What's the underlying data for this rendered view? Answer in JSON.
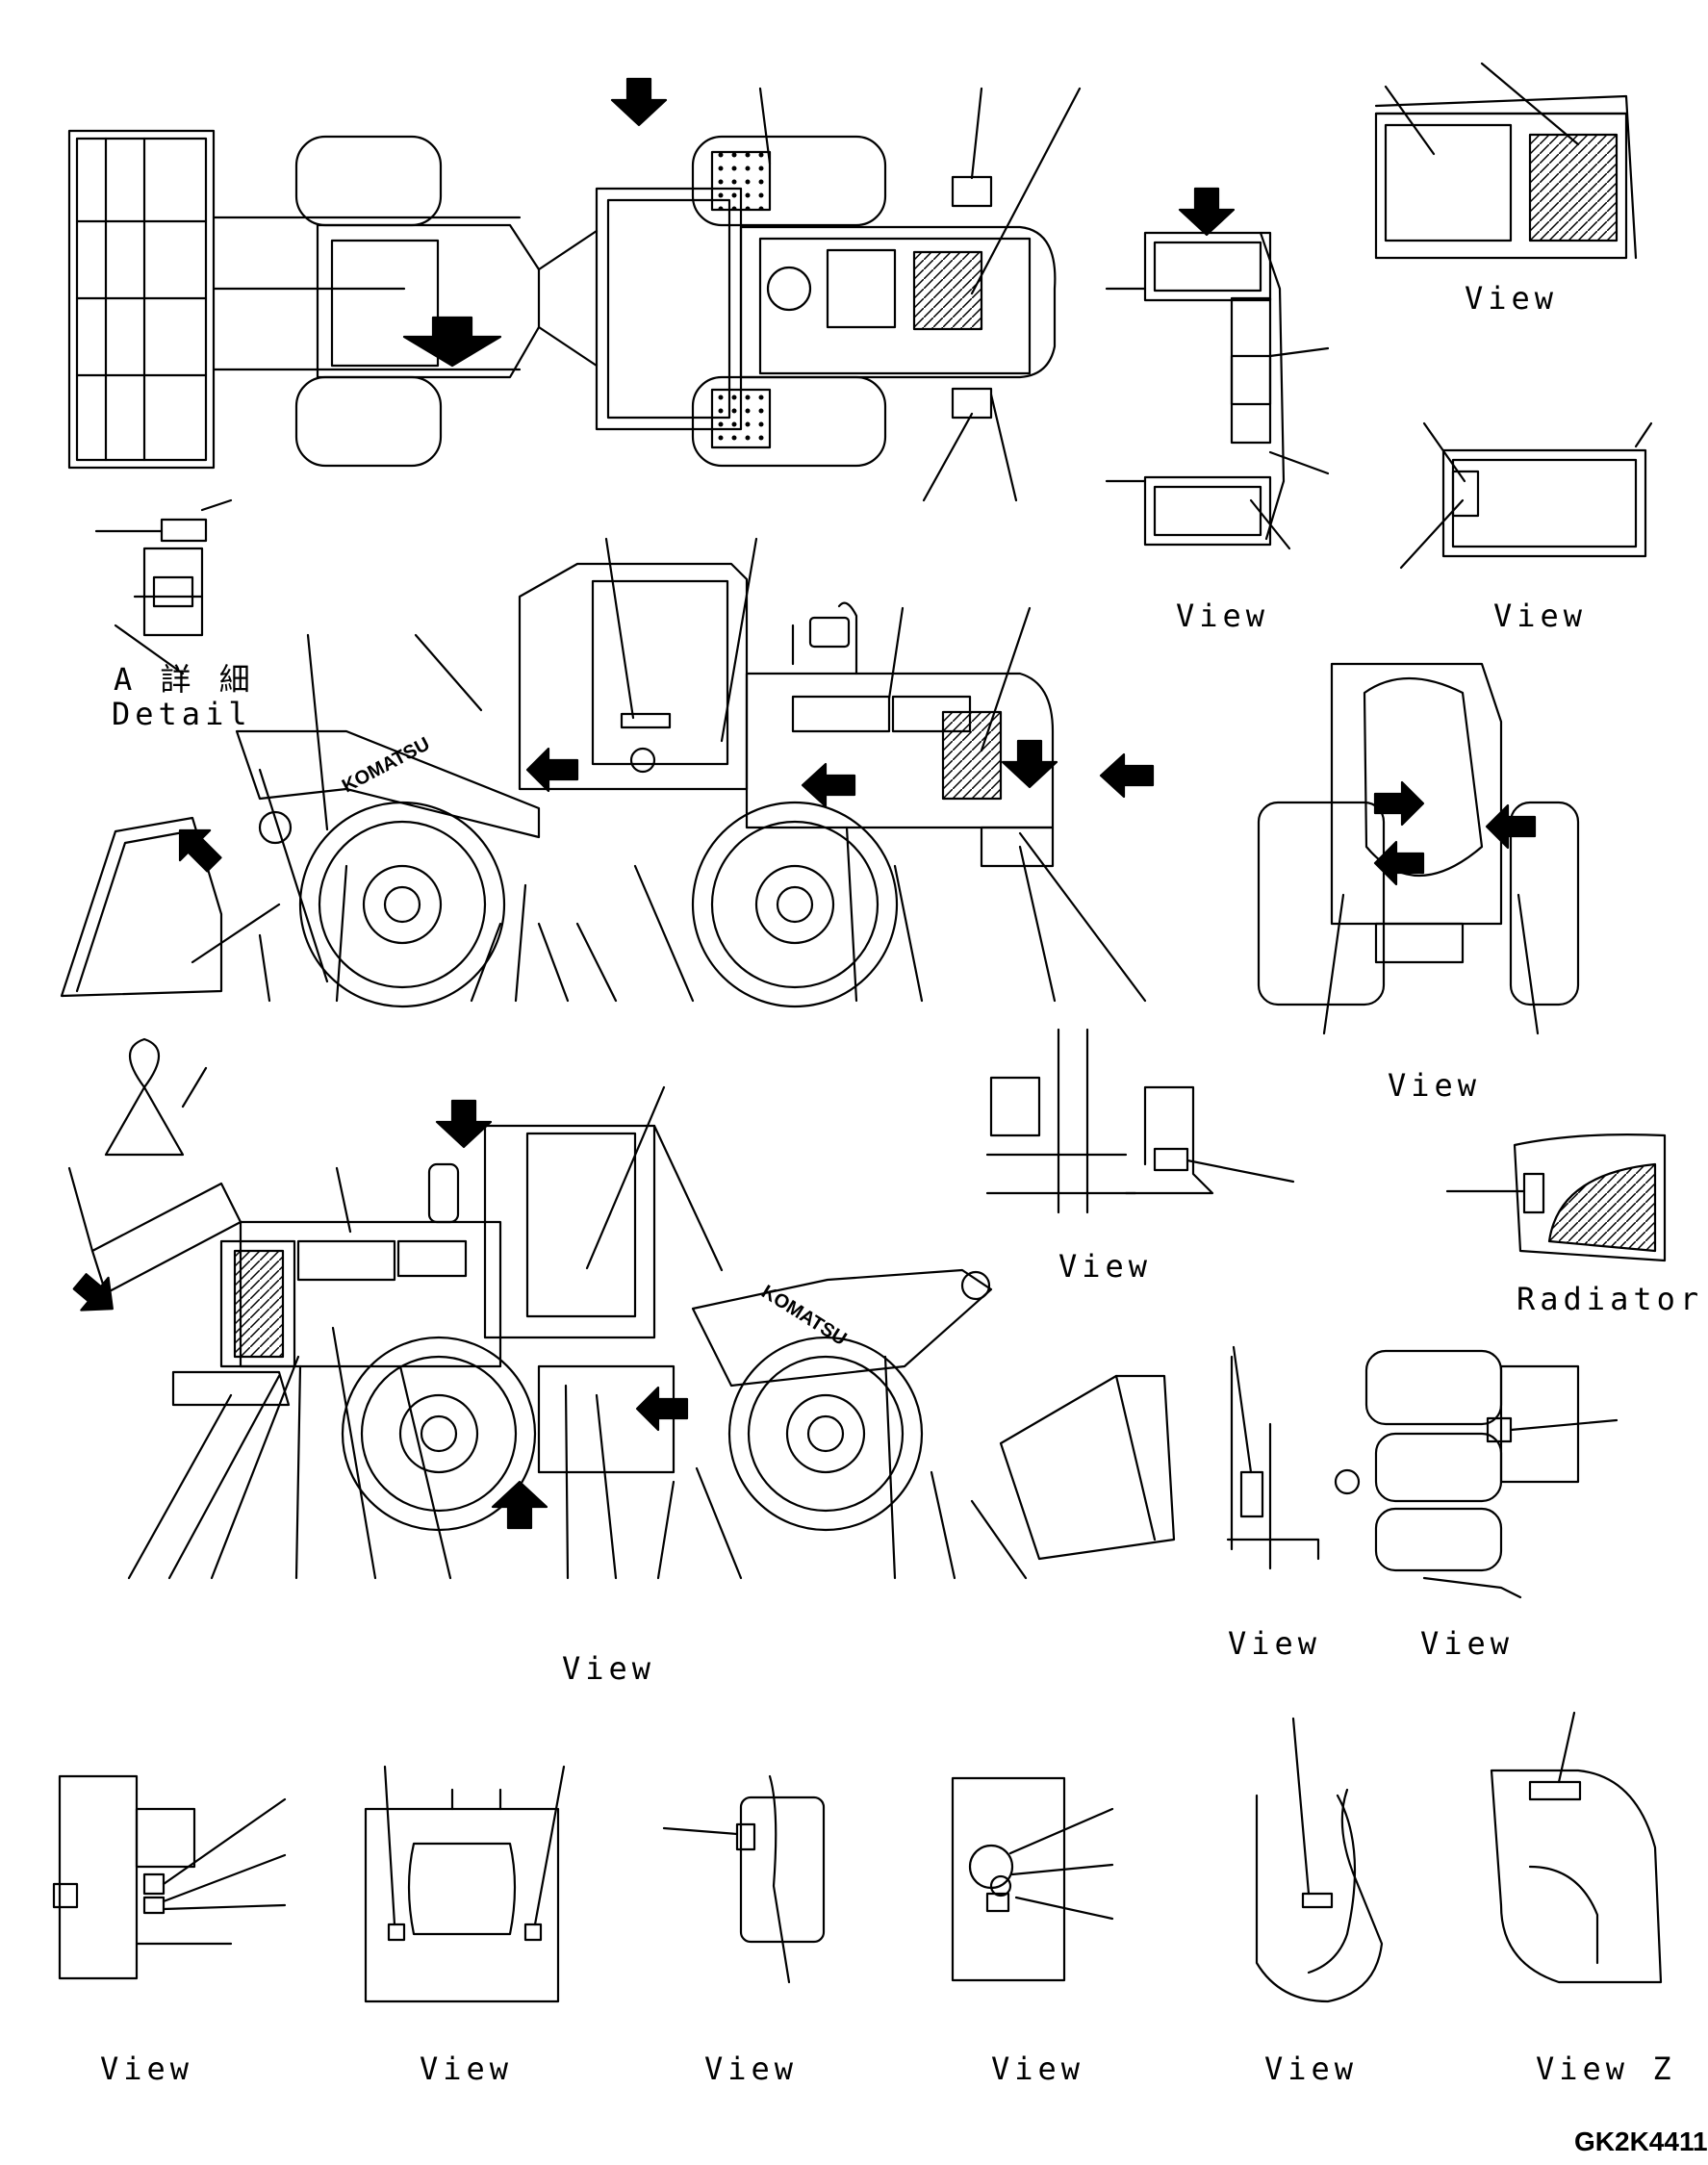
{
  "drawing_code": "GK2K4411",
  "detail": {
    "jp": "A 詳 細",
    "en": "Detail"
  },
  "views": {
    "top_left_machine": "",
    "top_right_1": "View",
    "rear_bumper": "View",
    "battery_box": "View",
    "rear_end": "View",
    "left_side_machine": "View",
    "bracket": "View",
    "radiator": "Radiator",
    "pillar": "View",
    "engine": "View",
    "bottom_1": "View",
    "bottom_2": "View",
    "bottom_3": "View",
    "bottom_4": "View",
    "bottom_5": "View",
    "bottom_6": "View Z"
  },
  "brand_lettering": "KOMATSU",
  "colors": {
    "line": "#000000",
    "background": "#ffffff"
  }
}
